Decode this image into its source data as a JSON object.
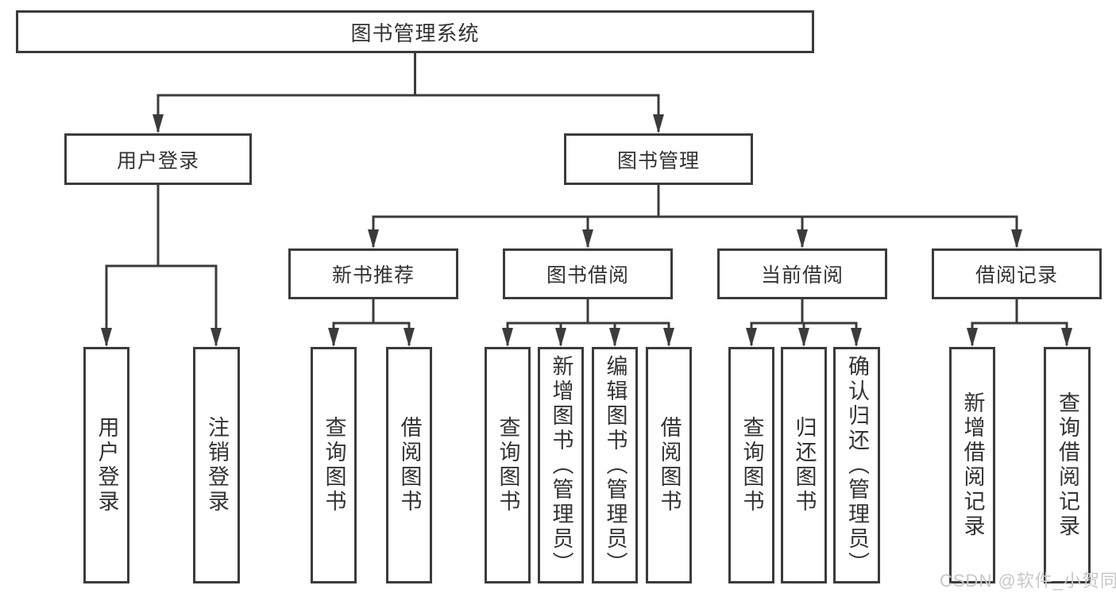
{
  "diagram": {
    "root": {
      "label": "图书管理系统"
    },
    "level2": [
      {
        "label": "用户登录"
      },
      {
        "label": "图书管理"
      }
    ],
    "level3": [
      {
        "label": "新书推荐",
        "parent": "图书管理"
      },
      {
        "label": "图书借阅",
        "parent": "图书管理"
      },
      {
        "label": "当前借阅",
        "parent": "图书管理"
      },
      {
        "label": "借阅记录",
        "parent": "图书管理"
      }
    ],
    "leaves": [
      {
        "label": "用户登录",
        "parent": "用户登录"
      },
      {
        "label": "注销登录",
        "parent": "用户登录"
      },
      {
        "label": "查询图书",
        "parent": "新书推荐"
      },
      {
        "label": "借阅图书",
        "parent": "新书推荐"
      },
      {
        "label": "查询图书",
        "parent": "图书借阅"
      },
      {
        "label": "新增图书（管理员）",
        "parent": "图书借阅"
      },
      {
        "label": "编辑图书（管理员）",
        "parent": "图书借阅"
      },
      {
        "label": "借阅图书",
        "parent": "图书借阅"
      },
      {
        "label": "查询图书",
        "parent": "当前借阅"
      },
      {
        "label": "归还图书",
        "parent": "当前借阅"
      },
      {
        "label": "确认归还（管理员）",
        "parent": "当前借阅"
      },
      {
        "label": "新增借阅记录",
        "parent": "借阅记录"
      },
      {
        "label": "查询借阅记录",
        "parent": "借阅记录"
      }
    ],
    "watermark": "CSDN @软件_小贺同学",
    "colors": {
      "line": "#3b3b3b",
      "text": "#333333",
      "watermark": "#c8c8c8",
      "background": "#ffffff"
    }
  }
}
